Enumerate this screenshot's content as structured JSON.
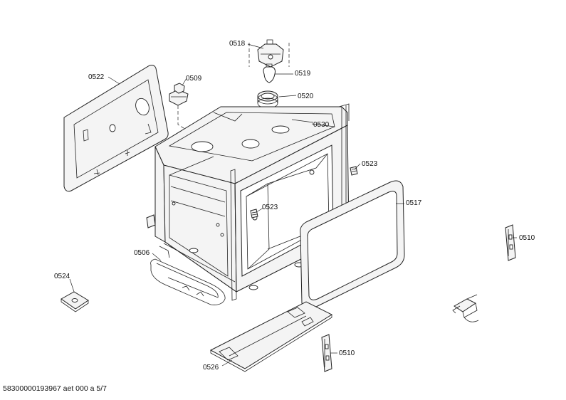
{
  "diagram": {
    "labels": {
      "p0518": "0518",
      "p0519": "0519",
      "p0520": "0520",
      "p0522": "0522",
      "p0509": "0509",
      "p0530": "0530",
      "p0523a": "0523",
      "p0523b": "0523",
      "p0517": "0517",
      "p0506": "0506",
      "p0524": "0524",
      "p0510a": "0510",
      "p0510b": "0510",
      "p0526": "0526"
    }
  },
  "footer": {
    "doc_id": "58300000193967 aet 000 a 5/7"
  }
}
